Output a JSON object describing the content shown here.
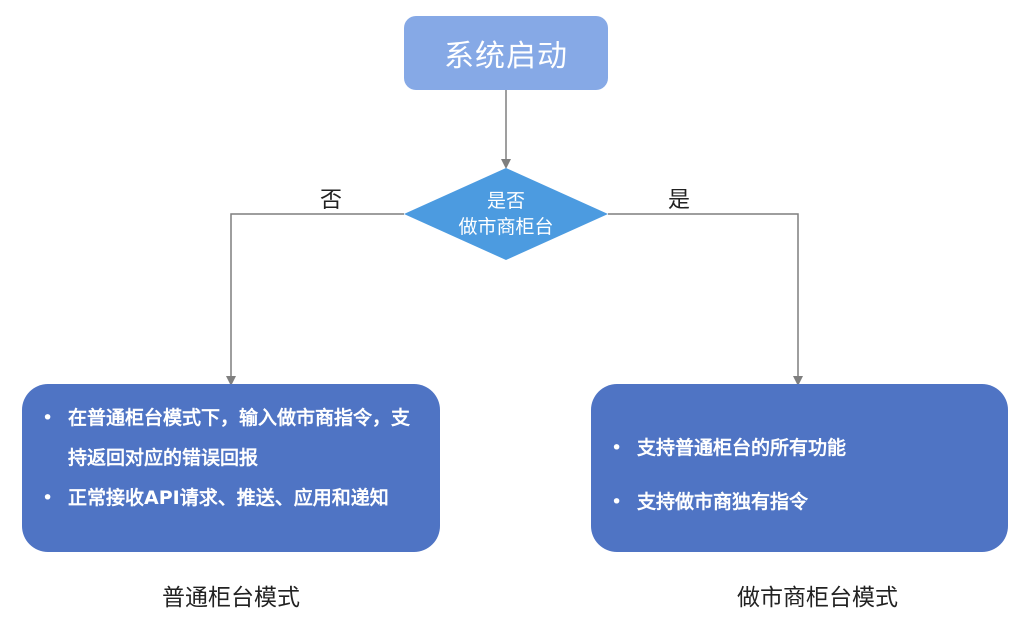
{
  "start": {
    "label": "系统启动"
  },
  "decision": {
    "line1": "是否",
    "line2": "做市商柜台"
  },
  "branches": {
    "no_label": "否",
    "yes_label": "是"
  },
  "left_mode": {
    "items": [
      "在普通柜台模式下，输入做市商指令，支持返回对应的错误回报",
      "正常接收API请求、推送、应用和递知"
    ],
    "caption": "普通柜台模式"
  },
  "right_mode": {
    "items": [
      "支持普通柜台的所有功能",
      "支持做市商独有指令"
    ],
    "caption": "做市商柜台模式"
  },
  "colors": {
    "start_box": "#86a9e6",
    "decision": "#4c9be0",
    "mode_box": "#4f74c4",
    "connector": "#7f7f7f"
  }
}
